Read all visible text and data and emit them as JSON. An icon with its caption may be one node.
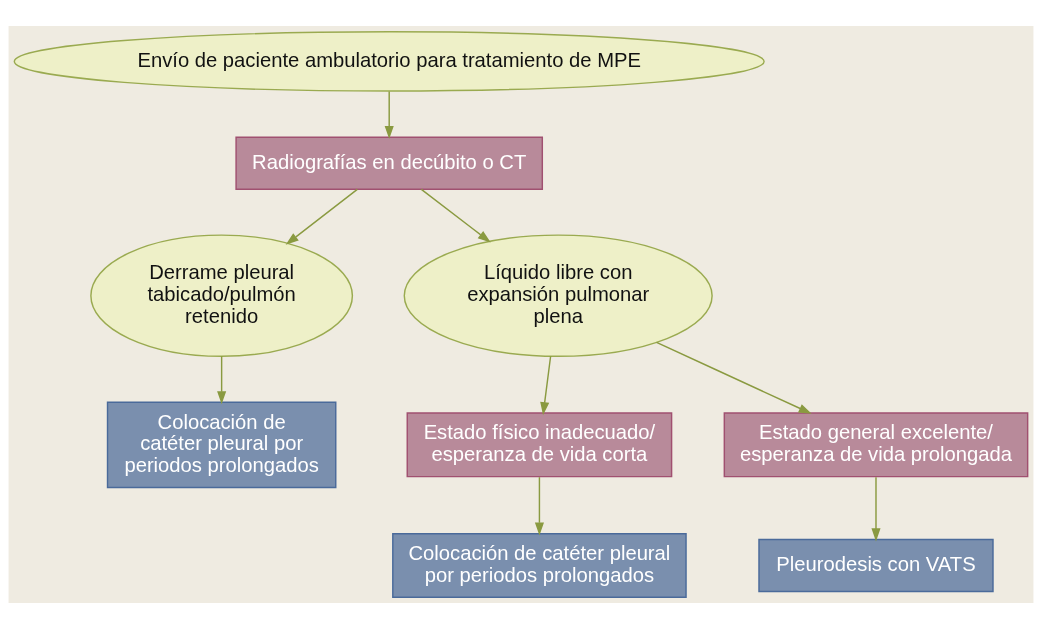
{
  "diagram": {
    "nodes": [
      {
        "text": [
          "Envío de paciente ambulatorio para tratamiento de MPE"
        ]
      },
      {
        "text": [
          "Radiografías en decúbito o CT"
        ]
      },
      {
        "text": [
          "Derrame pleural tabicado/pulmón retenido"
        ]
      },
      {
        "text": [
          "Líquido libre con expansión pulmonar plena"
        ]
      },
      {
        "text": [
          "Colocación de catéter pleural por periodos prolongados"
        ]
      },
      {
        "text": [
          "Estado físico inadecuado/ esperanza de vida corta"
        ]
      },
      {
        "text": [
          "Estado general excelente/ esperanza de vida prolongada"
        ]
      },
      {
        "text": [
          "Colocación de catéter pleural por periodos prolongados"
        ]
      },
      {
        "text": [
          "Pleurodesis con VATS"
        ]
      }
    ],
    "edges": [
      {
        "from": 0,
        "to": 1,
        "arrow": "to"
      },
      {
        "from": 1,
        "to": 2,
        "arrow": "to"
      },
      {
        "from": 1,
        "to": 3,
        "arrow": "to"
      },
      {
        "from": 2,
        "to": 4,
        "arrow": "to"
      },
      {
        "from": 3,
        "to": 5,
        "arrow": "to"
      },
      {
        "from": 3,
        "to": 6,
        "arrow": "to"
      },
      {
        "from": 5,
        "to": 7,
        "arrow": "to"
      },
      {
        "from": 6,
        "to": 8,
        "arrow": "to"
      }
    ]
  }
}
